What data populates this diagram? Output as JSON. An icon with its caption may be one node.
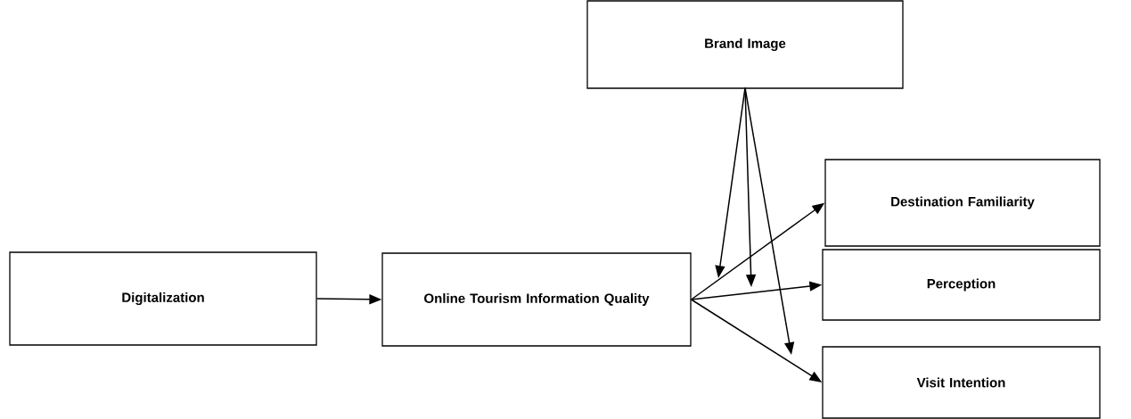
{
  "diagram": {
    "nodes": [
      {
        "text": [
          "Brand Image"
        ]
      },
      {
        "text": [
          "Digitalization"
        ]
      },
      {
        "text": [
          "Online Tourism Information Quality"
        ]
      },
      {
        "text": [
          "Destination Familiarity"
        ]
      },
      {
        "text": [
          "Perception"
        ]
      },
      {
        "text": [
          "Visit Intention"
        ]
      }
    ],
    "edges": [
      {
        "from": 1,
        "to": 2,
        "arrow": "to"
      },
      {
        "from": 2,
        "to": 3,
        "arrow": "to"
      },
      {
        "from": 2,
        "to": 4,
        "arrow": "to"
      },
      {
        "from": 2,
        "to": 5,
        "arrow": "to"
      },
      {
        "from": 0,
        "to": null,
        "arrow": "to"
      },
      {
        "from": 0,
        "to": null,
        "arrow": "to"
      },
      {
        "from": 0,
        "to": null,
        "arrow": "to"
      }
    ]
  }
}
